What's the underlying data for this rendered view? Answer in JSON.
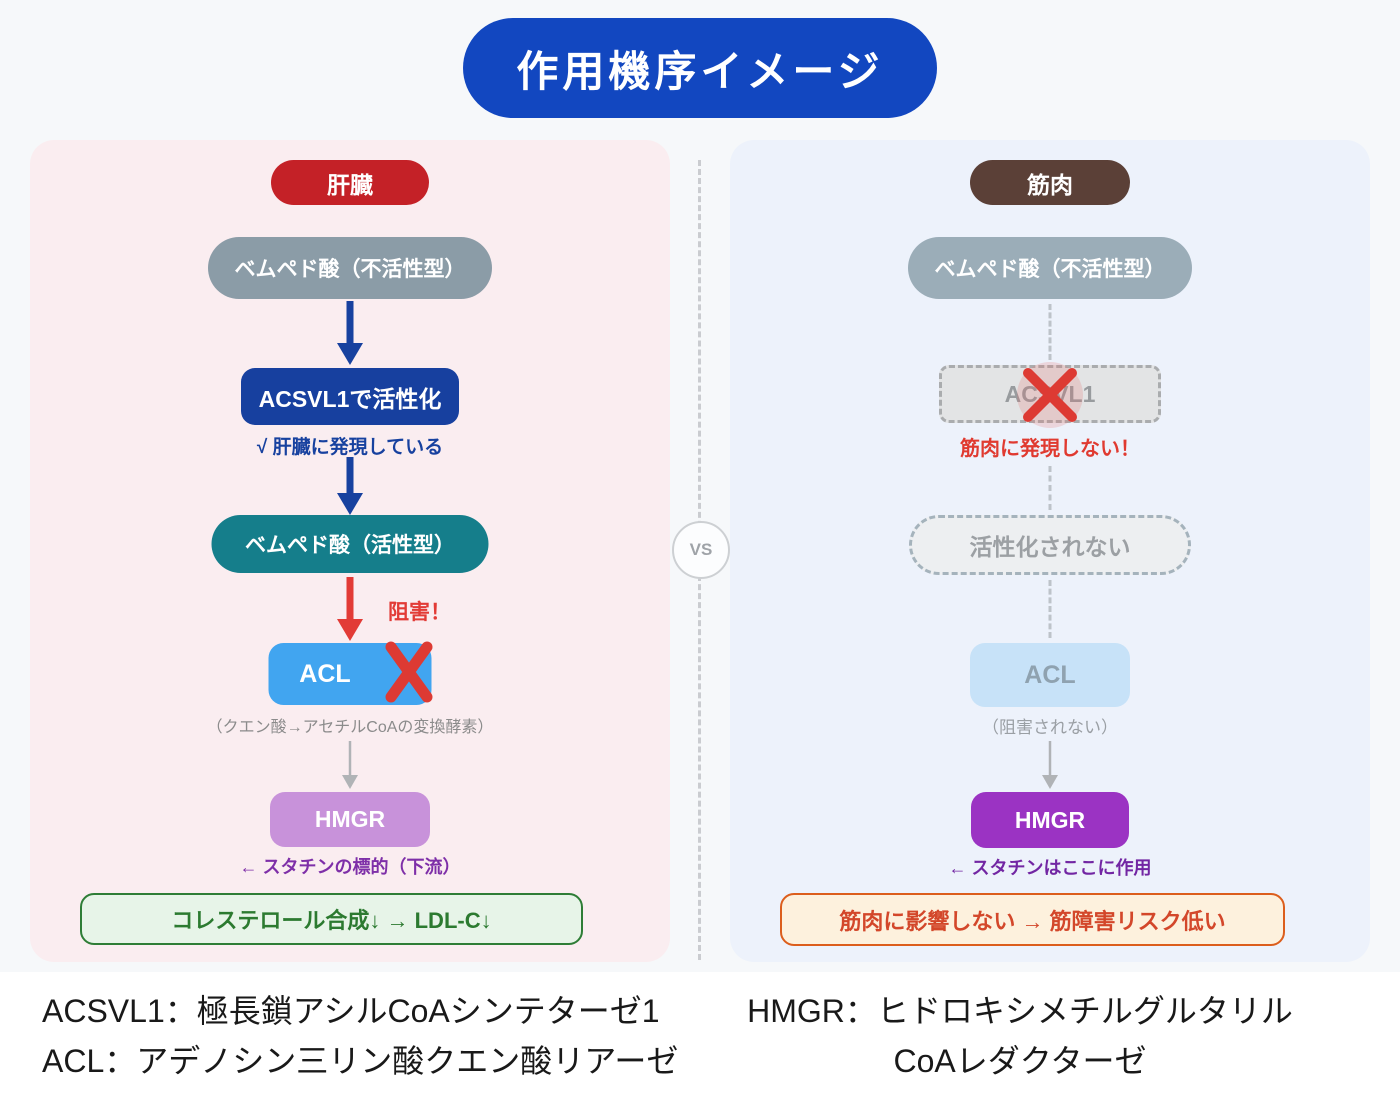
{
  "title": "作用機序イメージ",
  "divider": {
    "vs": "VS"
  },
  "left": {
    "organ": "肝臓",
    "inactive": "ベムペド酸（不活性型）",
    "activation_box": "ACSVL1で活性化",
    "activation_note": "√ 肝臓に発現している",
    "active": "ベムペド酸（活性型）",
    "inhibit_label": "阻害！",
    "acl": "ACL",
    "acl_note": "（クエン酸→アセチルCoAの変換酵素）",
    "hmgr": "HMGR",
    "hmgr_note": "← スタチンの標的（下流）",
    "result": "コレステロール合成↓ → LDL-C↓"
  },
  "right": {
    "organ": "筋肉",
    "inactive": "ベムペド酸（不活性型）",
    "acsvl1": "ACSVL1",
    "acsvl1_note": "筋肉に発現しない！",
    "not_activated": "活性化されない",
    "acl": "ACL",
    "acl_note": "（阻害されない）",
    "hmgr": "HMGR",
    "hmgr_note": "← スタチンはここに作用",
    "result": "筋肉に影響しない → 筋障害リスク低い"
  },
  "legend": {
    "acsvl1": "ACSVL1：極長鎖アシルCoAシンテターゼ1",
    "acl": "ACL：アデノシン三リン酸クエン酸リアーゼ",
    "hmgr_line1": "HMGR：ヒドロキシメチルグルタリル",
    "hmgr_line2": "CoAレダクターゼ"
  },
  "colors": {
    "title_blue": "#1247c0",
    "panel_left_bg": "#faedf0",
    "panel_right_bg": "#edf2fb",
    "liver_red": "#c42127",
    "muscle_brown": "#5b4037",
    "inactive_gray": "#8b9ca7",
    "deep_blue": "#17409f",
    "teal": "#157e8b",
    "acl_blue": "#41a5f0",
    "acl_faded": "#c7e2f8",
    "hmgr_light": "#c892da",
    "hmgr_purple": "#9b33c3",
    "cross_red": "#dd3a33",
    "result_green_border": "#2e7d36",
    "result_orange_border": "#dc5e1c"
  }
}
